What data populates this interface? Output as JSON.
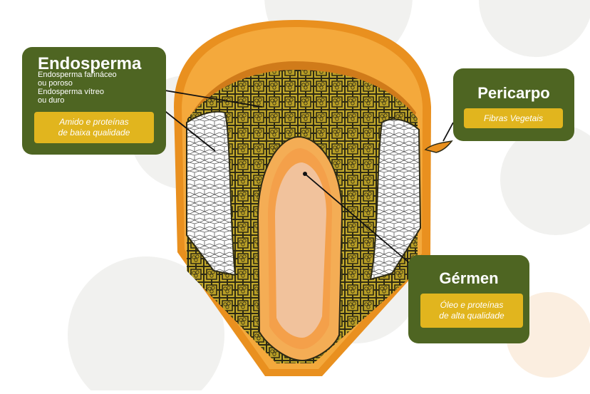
{
  "colors": {
    "background_circle": "#f1f1ef",
    "pericarp_outer": "#e9901f",
    "pericarp_inner": "#f4a93c",
    "endosperm_soft": "#c3a92c",
    "endosperm_cell_outline": "#2d2a14",
    "endosperm_hard": "#ffffff",
    "germ_outer": "#f4ad55",
    "germ_inner": "#f1c29c",
    "label_box": "#4e6522",
    "label_note": "#e1b51e",
    "leader_line": "#111111"
  },
  "labels": {
    "endosperma": {
      "title": "Endosperma",
      "sub": [
        "Endosperma farináceo",
        "ou poroso",
        "Endosperma vítreo",
        "ou duro"
      ],
      "note": "Amido e proteínas\nde baixa qualidade"
    },
    "pericarpo": {
      "title": "Pericarpo",
      "note": "Fibras Vegetais"
    },
    "germen": {
      "title": "Gérmen",
      "note": "Óleo e proteínas\nde alta qualidade"
    }
  }
}
